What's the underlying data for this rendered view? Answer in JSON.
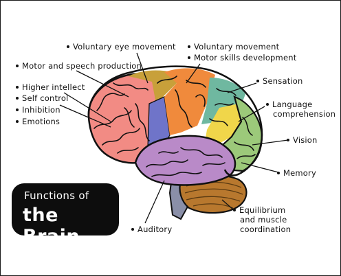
{
  "labels": {
    "voluntary_eye": "Voluntary eye movement",
    "voluntary_movement": "Voluntary movement",
    "motor_skills": "Motor skills development",
    "motor_speech": "Motor and speech production",
    "sensation": "Sensation",
    "higher_intellect": "Higher intellect",
    "self_control": "Self control",
    "inhibition": "Inhibition",
    "emotions": "Emotions",
    "language_1": "Language",
    "language_2": "comprehension",
    "vision": "Vision",
    "memory": "Memory",
    "equilibrium_1": "Equilibrium",
    "equilibrium_2": "and muscle",
    "equilibrium_3": "coordination",
    "auditory": "Auditory"
  },
  "title": {
    "line1": "Functions of",
    "line2": "the Brain"
  },
  "colors": {
    "frontal": "#f28b84",
    "premotor_olive": "#c8a03a",
    "motor_blue": "#6f74c9",
    "motor_orange": "#f08a3c",
    "sensory_teal": "#6fb8a0",
    "wernicke_yellow": "#f0d64a",
    "occipital_green": "#9cc97a",
    "temporal_purple": "#b98ac8",
    "cerebellum_brown": "#b8782e",
    "brainstem": "#8a8fa8",
    "outline": "#111111"
  }
}
